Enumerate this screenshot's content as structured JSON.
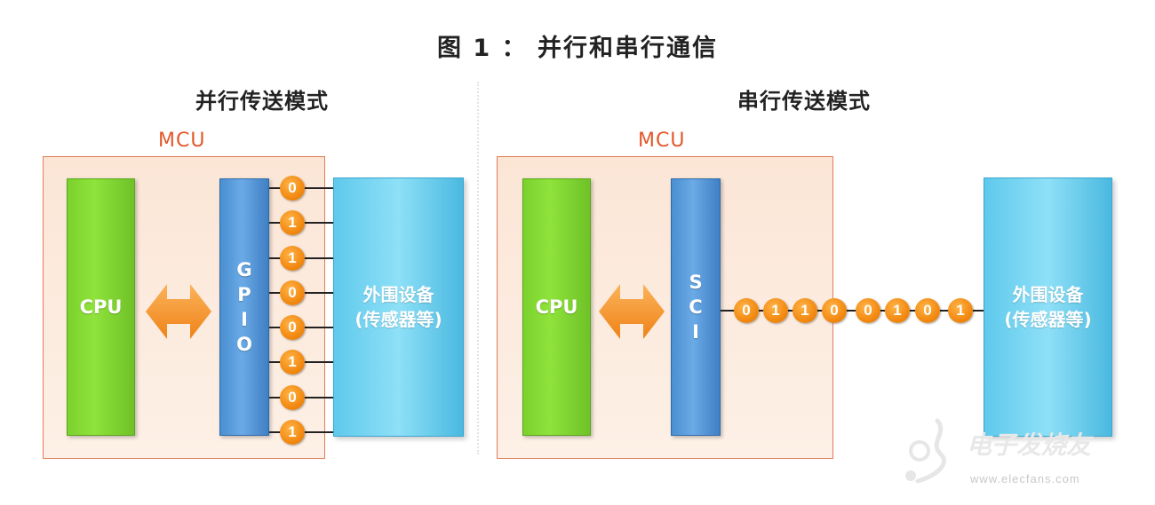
{
  "title": "图 1 ：  并行和串行通信",
  "parallel": {
    "heading": "并行传送模式",
    "mcu_label": "MCU",
    "cpu_label": "CPU",
    "gpio_letters": [
      "G",
      "P",
      "I",
      "O"
    ],
    "bits": [
      "0",
      "1",
      "1",
      "0",
      "0",
      "1",
      "0",
      "1"
    ],
    "peripheral_line1": "外围设备",
    "peripheral_line2": "(传感器等)"
  },
  "serial": {
    "heading": "串行传送模式",
    "mcu_label": "MCU",
    "cpu_label": "CPU",
    "sci_letters": [
      "S",
      "C",
      "I"
    ],
    "bits": [
      "0",
      "1",
      "1",
      "0",
      "0",
      "1",
      "0",
      "1"
    ],
    "peripheral_line1": "外围设备",
    "peripheral_line2": "(传感器等)"
  },
  "colors": {
    "mcu_border": "#e47a58",
    "mcu_label": "#e2572a",
    "cpu_green": "#7bd12d",
    "gpio_blue": "#4a8fd1",
    "peripheral_cyan": "#5fc9ec",
    "bit_orange": "#f28a12",
    "arrow_orange": "#f5962f"
  },
  "watermark": {
    "brand": "电子发烧友",
    "url": "www.elecfans.com"
  }
}
